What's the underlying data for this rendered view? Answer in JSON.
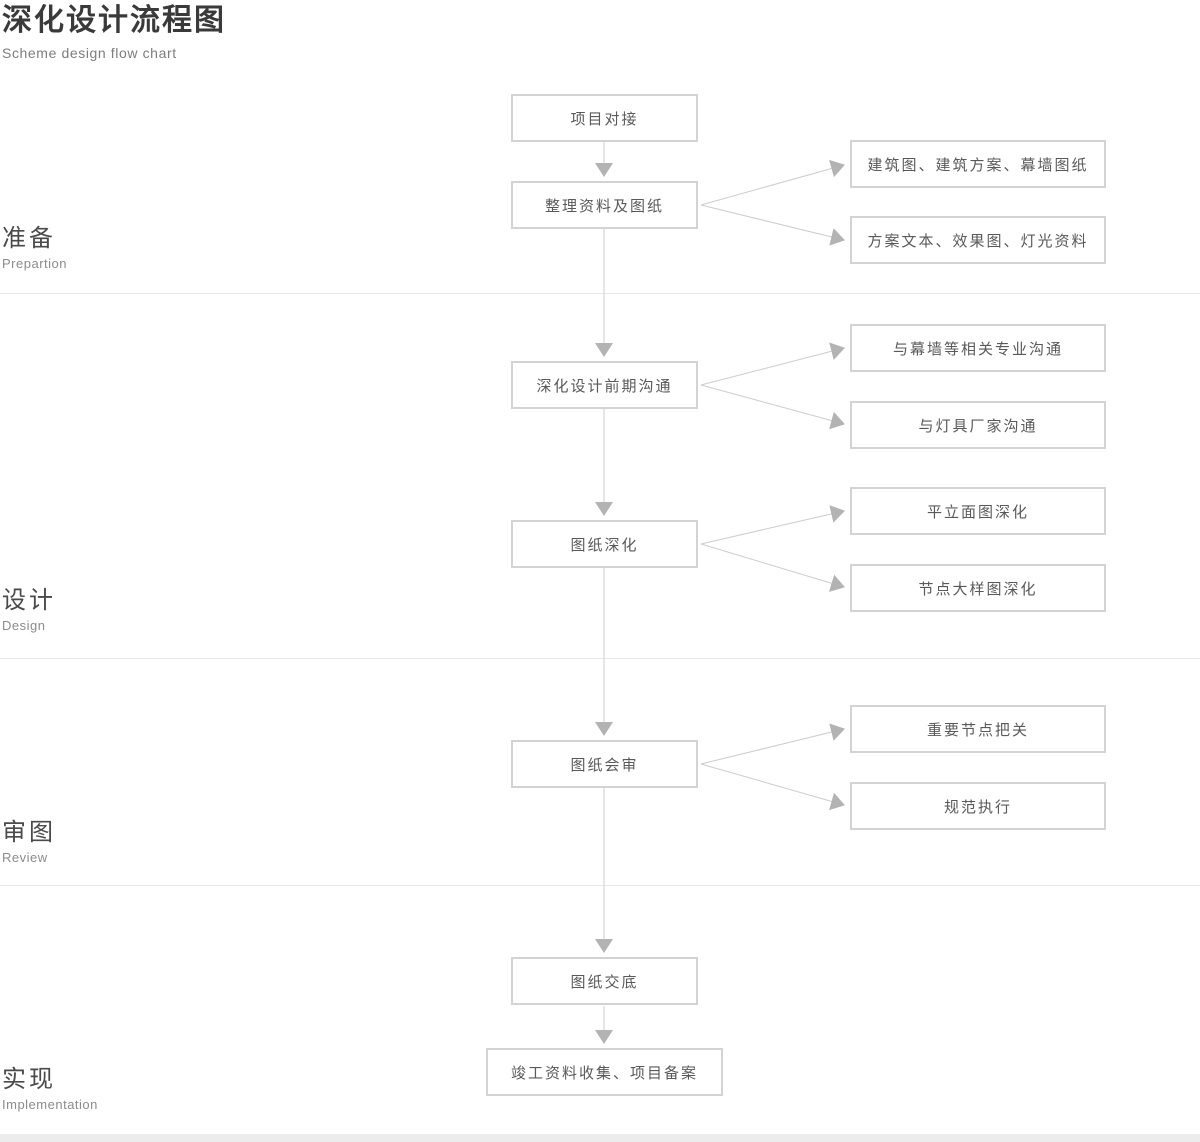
{
  "header": {
    "title": "深化设计流程图",
    "subtitle": "Scheme design flow chart"
  },
  "sections": {
    "preparation": {
      "zh": "准备",
      "en": "Prepartion"
    },
    "design": {
      "zh": "设计",
      "en": "Design"
    },
    "review": {
      "zh": "审图",
      "en": "Review"
    },
    "implementation": {
      "zh": "实现",
      "en": "Implementation"
    }
  },
  "flow": {
    "main": {
      "project_docking": "项目对接",
      "organize_materials": "整理资料及图纸",
      "early_communication": "深化设计前期沟通",
      "drawing_deepening": "图纸深化",
      "drawing_review": "图纸会审",
      "drawing_disclosure": "图纸交底",
      "completion_filing": "竣工资料收集、项目备案"
    },
    "branches": {
      "architectural_drawings": "建筑图、建筑方案、幕墙图纸",
      "scheme_documents": "方案文本、效果图、灯光资料",
      "curtain_wall_comm": "与幕墙等相关专业沟通",
      "lighting_vendor_comm": "与灯具厂家沟通",
      "plan_elevation": "平立面图深化",
      "node_detail": "节点大样图深化",
      "key_node_control": "重要节点把关",
      "standard_execution": "规范执行"
    }
  },
  "colors": {
    "box_border": "#d3d3d3",
    "box_text": "#595959",
    "connector": "#cccccc",
    "arrowhead": "#b3b3b3",
    "divider": "#e8e8e8",
    "title": "#3a3a3a",
    "subtitle": "#7d7d7d",
    "bottom_bar": "#ececec"
  }
}
